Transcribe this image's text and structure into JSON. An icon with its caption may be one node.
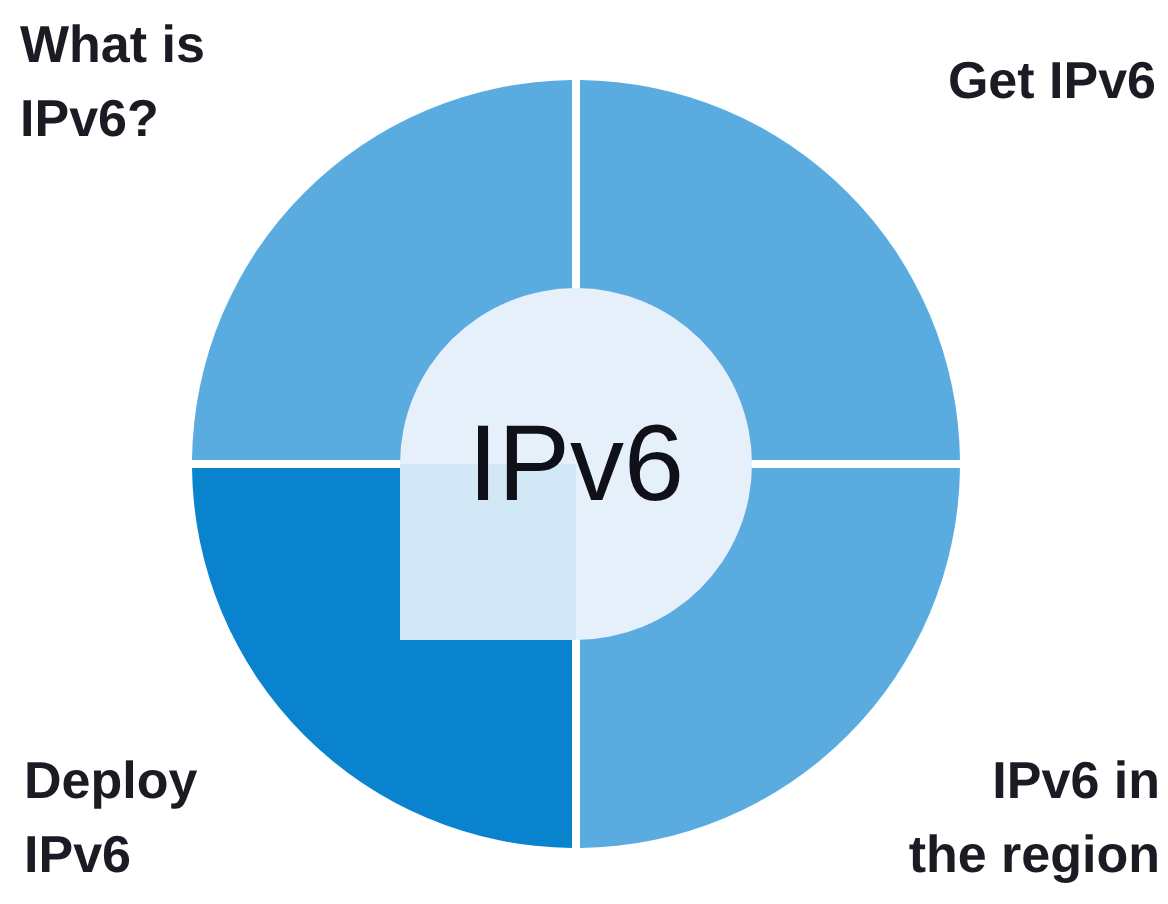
{
  "diagram": {
    "nodes": [
      {
        "text": [
          "What is IPv6?"
        ]
      },
      {
        "text": [
          "Get IPv6"
        ]
      },
      {
        "text": [
          "IPv6"
        ]
      },
      {
        "text": [
          "Deploy IPv6"
        ]
      },
      {
        "text": [
          "IPv6 in the region"
        ]
      }
    ]
  }
}
